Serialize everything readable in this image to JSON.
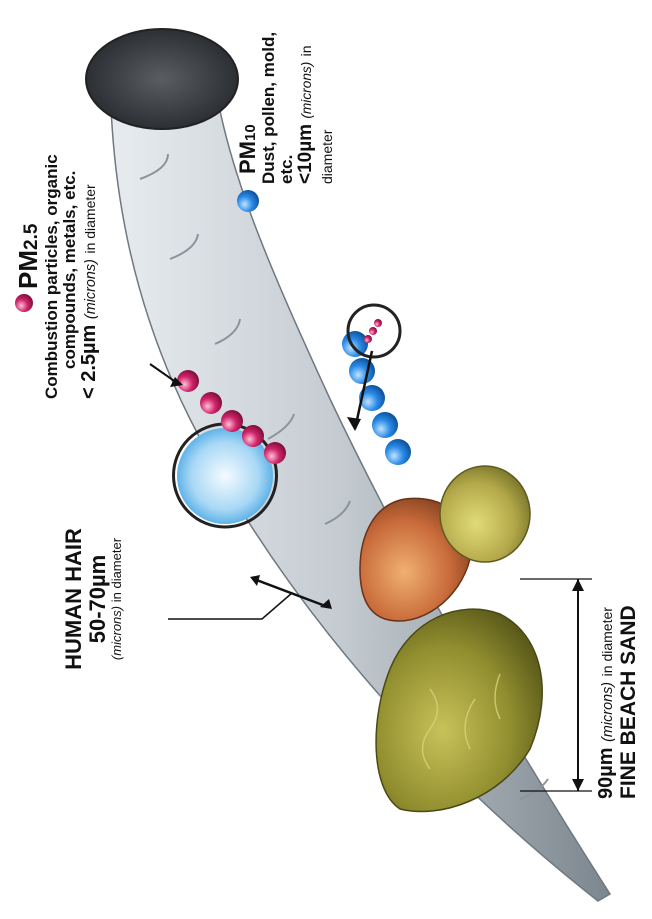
{
  "pm25": {
    "title_main": "PM",
    "title_sub": "2.5",
    "line1": "Combustion particles, organic",
    "line2": "compounds, metals, etc.",
    "size_value": "< 2.5µm",
    "size_unit": "(microns)",
    "size_tail": "in diameter",
    "color": "#c2185b"
  },
  "pm10": {
    "title_main": "PM",
    "title_sub": "10",
    "line1": "Dust, pollen, mold, etc.",
    "size_value": "<10µm",
    "size_unit": "(microns)",
    "size_tail": "in diameter",
    "color": "#1e88e5"
  },
  "hair": {
    "title": "HUMAN HAIR",
    "size_value": "50-70µm",
    "size_unit": "(microns)",
    "size_tail": "in diameter"
  },
  "sand": {
    "size_value": "90µm",
    "size_unit": "(microns)",
    "size_tail": "in diameter",
    "title": "FINE BEACH SAND"
  }
}
